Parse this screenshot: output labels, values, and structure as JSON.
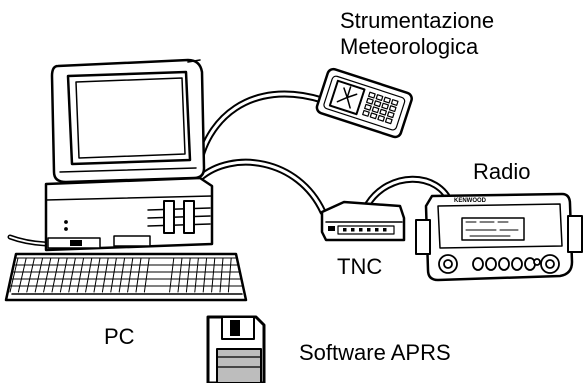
{
  "labels": {
    "weather_line1": "Strumentazione",
    "weather_line2": "Meteorologica",
    "radio": "Radio",
    "tnc": "TNC",
    "pc": "PC",
    "software": "Software APRS",
    "radio_brand": "KENWOOD"
  },
  "colors": {
    "ink": "#000000",
    "paper": "#ffffff",
    "shade": "#bdbdbd"
  }
}
